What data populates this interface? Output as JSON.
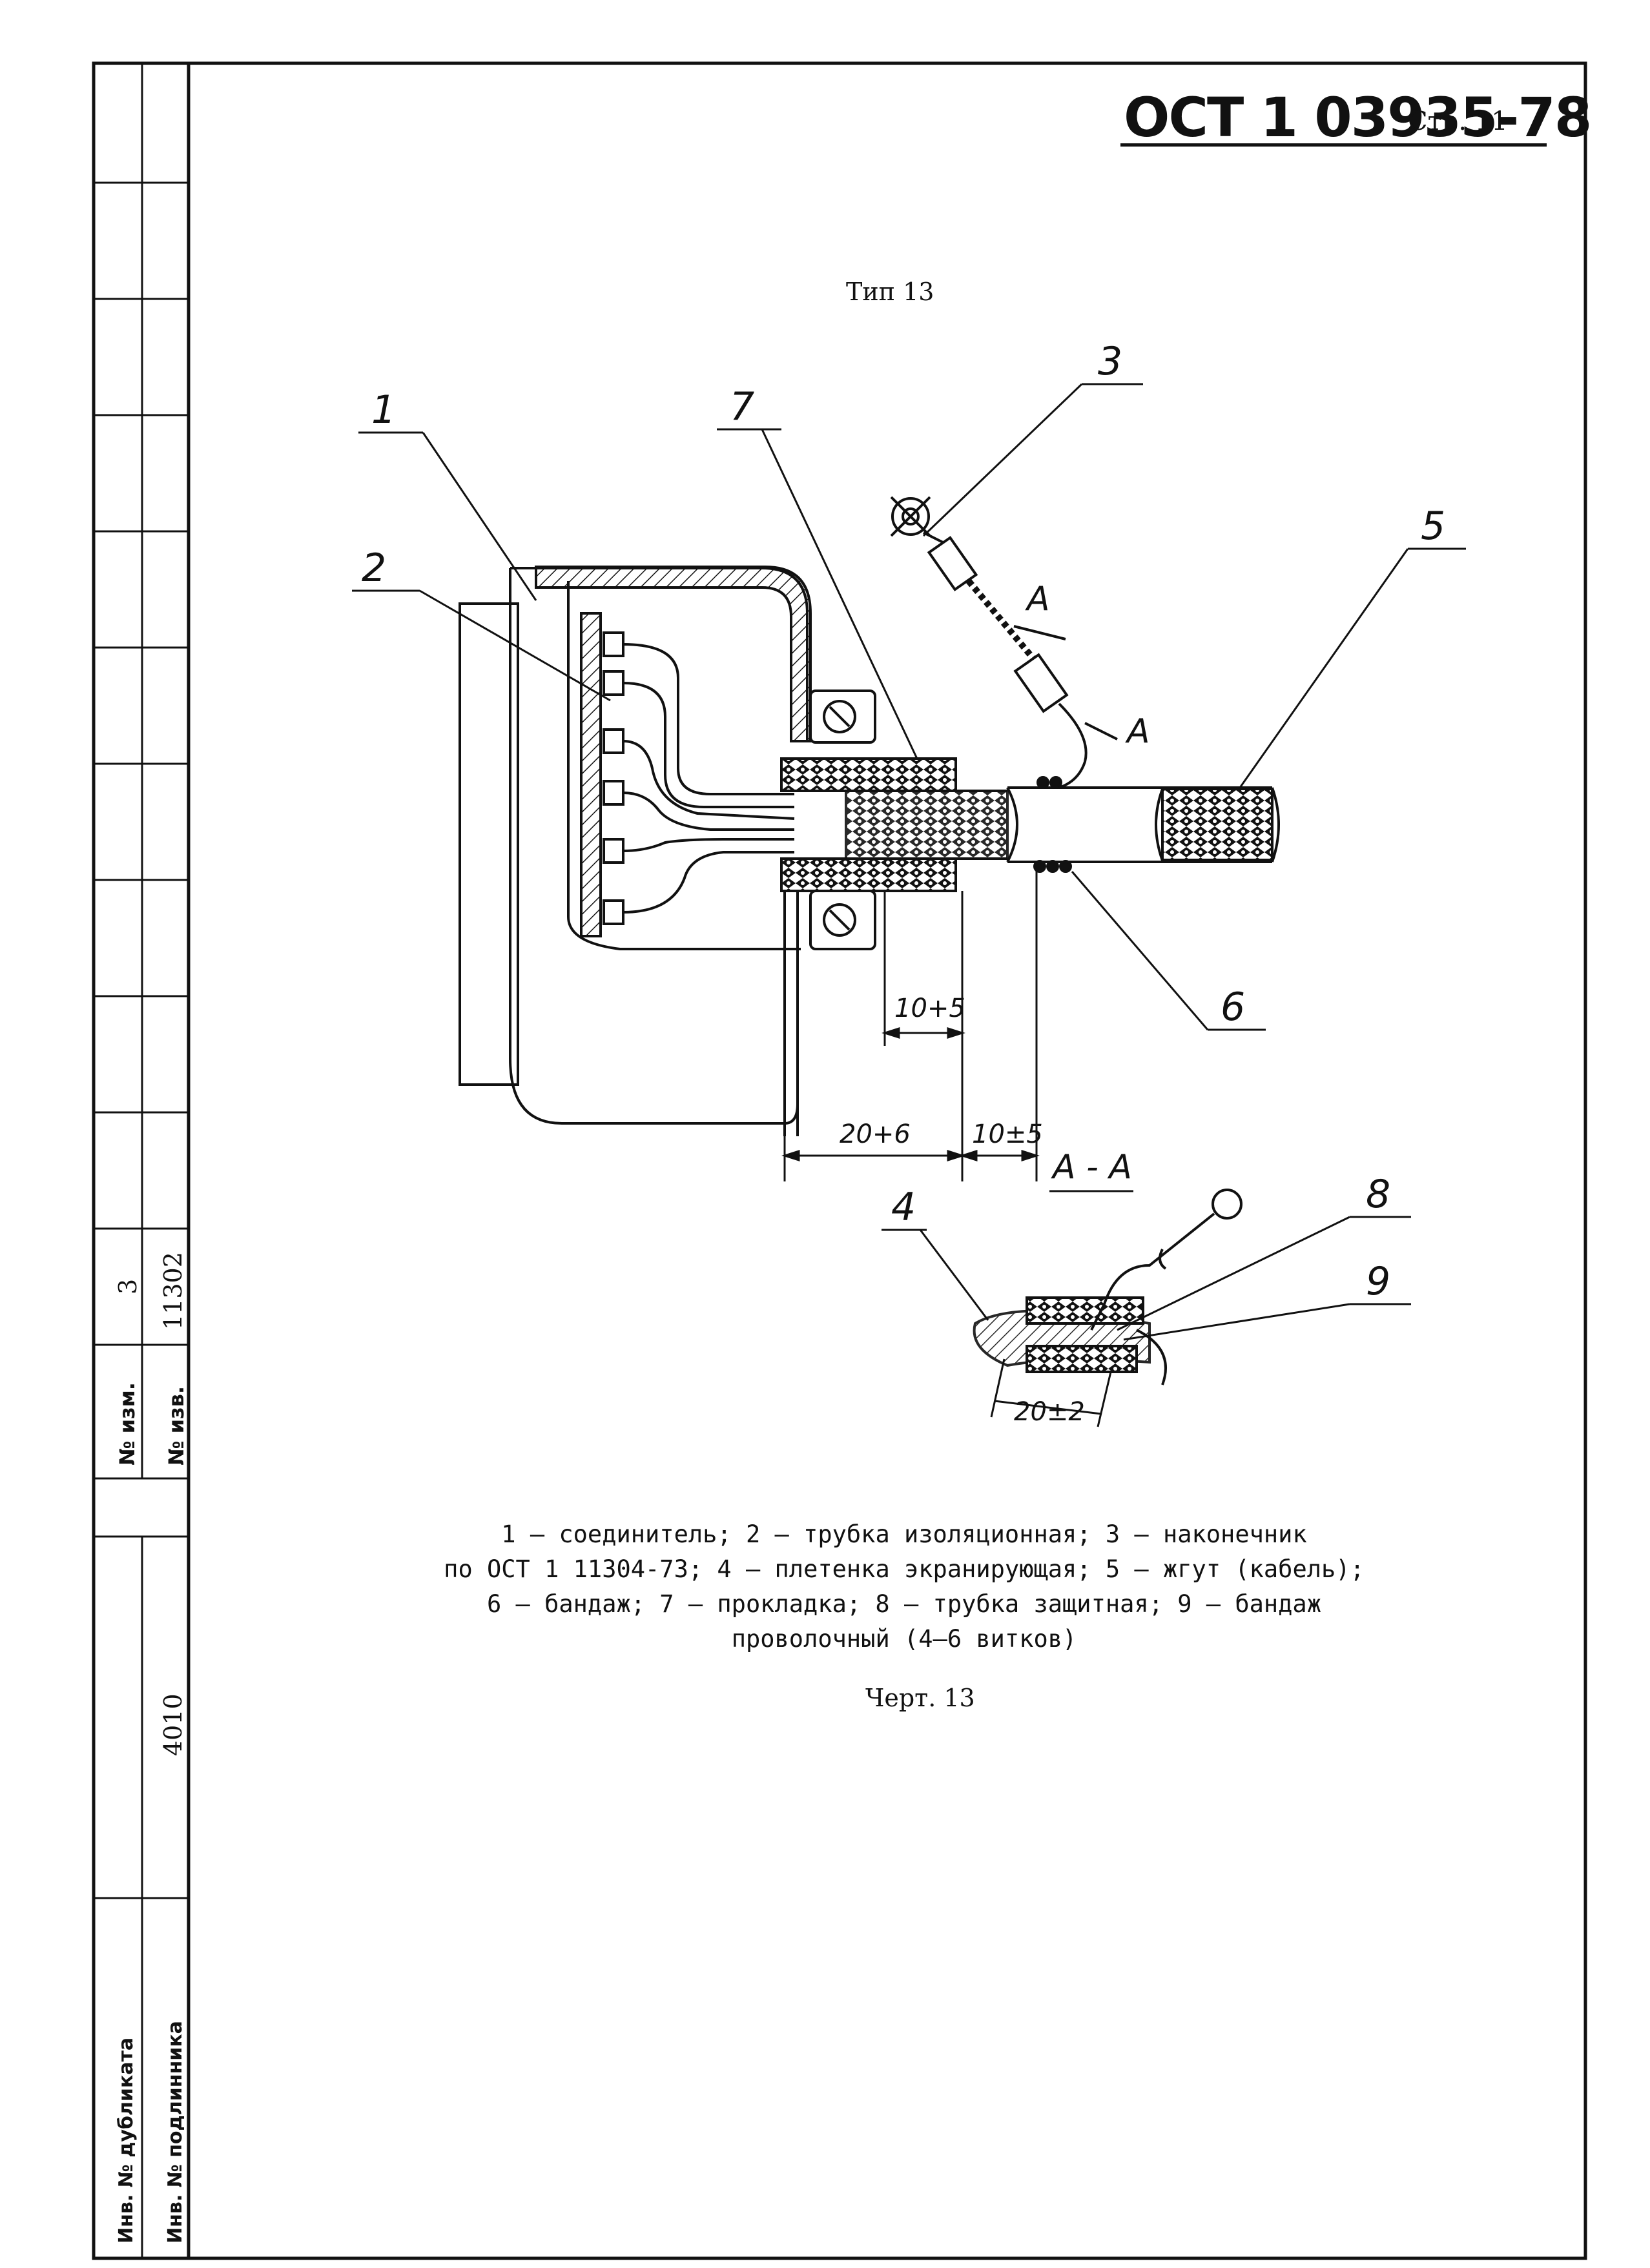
{
  "header": {
    "code": "ОСТ 1 03935-78",
    "page": "Стр. 11"
  },
  "drawing": {
    "type_title": "Тип 13",
    "callouts": [
      "1",
      "2",
      "3",
      "4",
      "5",
      "6",
      "7",
      "8",
      "9"
    ],
    "section_mark": "А",
    "section_title": "А - А",
    "dimensions": {
      "d1": "10+5",
      "d2": "20+6",
      "d3": "10±5",
      "d4": "20±2"
    }
  },
  "caption": {
    "line1": "1 – соединитель; 2 – трубка изоляционная; 3 – наконечник",
    "line2": "по ОСТ 1 11304-73; 4 – плетенка экранирующая; 5 – жгут (кабель);",
    "line3": "6 – бандаж; 7 – прокладка; 8 – трубка защитная; 9 – бандаж",
    "line4": "проволочный (4–6 витков)",
    "chart_label": "Черт. 13"
  },
  "side_stamp": {
    "izm_label": "№ изм.",
    "izm_value": "3",
    "izv_label": "№ изв.",
    "izv_value": "11302",
    "dubl_label": "Инв. № дубликата",
    "podl_label": "Инв. № подлинника",
    "podl_value": "4010"
  }
}
